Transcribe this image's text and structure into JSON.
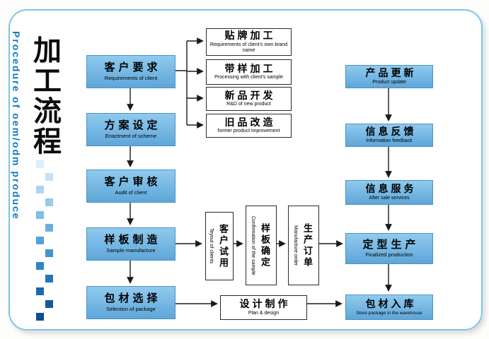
{
  "page": {
    "title_vertical": "加工流程",
    "subtitle_vertical": "Procedure of oem/odm produce"
  },
  "colors": {
    "accent_blue": "#1878bc",
    "node_fill_top": "#90caee",
    "node_fill_bottom": "#5ea6d9",
    "card_border": "#7cc6ea",
    "arrow": "#1a1a1a"
  },
  "left_flow": [
    {
      "zh": "客户要求",
      "en": "Requirements of client"
    },
    {
      "zh": "方案设定",
      "en": "Enactment of scheme"
    },
    {
      "zh": "客户审核",
      "en": "Audit of client"
    },
    {
      "zh": "样板制造",
      "en": "Sample manufacture"
    },
    {
      "zh": "包材选择",
      "en": "Selection of package"
    }
  ],
  "branch_boxes": [
    {
      "zh": "贴牌加工",
      "en": "Requirements of client’s own brand name"
    },
    {
      "zh": "带样加工",
      "en": "Processing with client’s sample"
    },
    {
      "zh": "新品开发",
      "en": "R&D of new product"
    },
    {
      "zh": "旧品改造",
      "en": "former product improvement"
    }
  ],
  "vertical_boxes": [
    {
      "zh": "客户试用",
      "en": "Teyout of clients"
    },
    {
      "zh": "样板确定",
      "en": "Confirmation of the sample"
    },
    {
      "zh": "生产订单",
      "en": "Manufacture order"
    }
  ],
  "right_flow": [
    {
      "zh": "产品更新",
      "en": "Product update"
    },
    {
      "zh": "信息反馈",
      "en": "Information feedback"
    },
    {
      "zh": "信息服务",
      "en": "After sale services"
    },
    {
      "zh": "定型生产",
      "en": "Finalized production"
    },
    {
      "zh": "包材入库",
      "en": "Store package in the warehouse"
    }
  ],
  "bottom_box": {
    "zh": "设计制作",
    "en": "Plan & design"
  },
  "decor": {
    "squares": [
      "#dcedf8",
      "#c6e2f4",
      "#afd6ef",
      "#98caea",
      "#81bde4",
      "#6ab0de",
      "#54a3d7",
      "#4095cf",
      "#2f86c5",
      "#2277ba",
      "#1869ae",
      "#0f5ba1",
      "#0a4e93"
    ]
  }
}
